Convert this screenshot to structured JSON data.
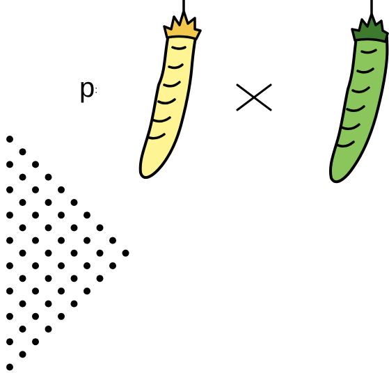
{
  "cross": {
    "generation_label": "p",
    "generation_suffix": ":",
    "operator_icon": "cross-multiply-icon"
  },
  "parents": [
    {
      "name": "yellow-pod",
      "pod_fill": "#FFF494",
      "pod_outline": "#000000",
      "calyx_fill": "#F2C94C",
      "calyx_outline": "#000000"
    },
    {
      "name": "green-pod",
      "pod_fill": "#8BC65C",
      "pod_outline": "#000000",
      "calyx_fill": "#3E7A2E",
      "calyx_outline": "#000000"
    }
  ],
  "dot_pattern": {
    "icon": "triangular-dot-grid",
    "color": "#000000"
  }
}
